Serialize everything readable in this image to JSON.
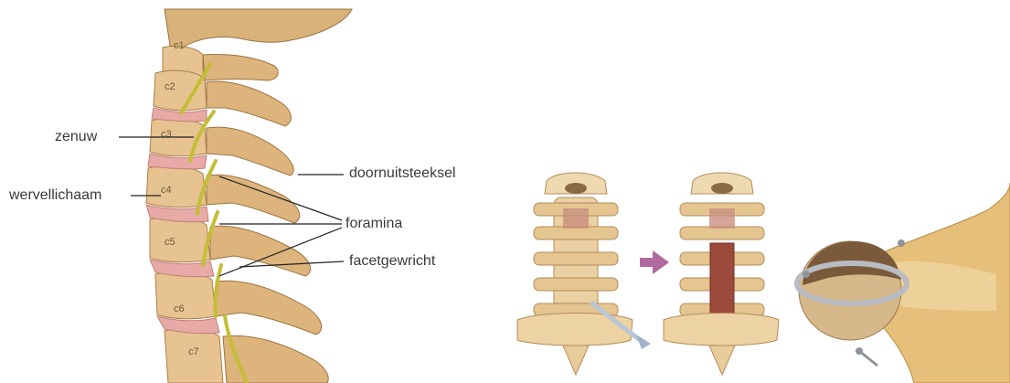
{
  "spine_diagram": {
    "labels": {
      "zenuw": "zenuw",
      "wervellichaam": "wervellichaam",
      "doornuitsteeksel": "doornuitsteeksel",
      "foramina": "foramina",
      "facetgewricht": "facetgewricht"
    },
    "vertebrae": [
      "c1",
      "c2",
      "c3",
      "c4",
      "c5",
      "c6",
      "c7"
    ]
  },
  "colors": {
    "bone": "#e8c89a",
    "bone_shadow": "#b98b52",
    "disc": "#e7a9a4",
    "nerve": "#c7c23a",
    "canal": "#9b4a3c",
    "arrow": "#b06aa0",
    "implant_metal": "#b9bcc2"
  }
}
